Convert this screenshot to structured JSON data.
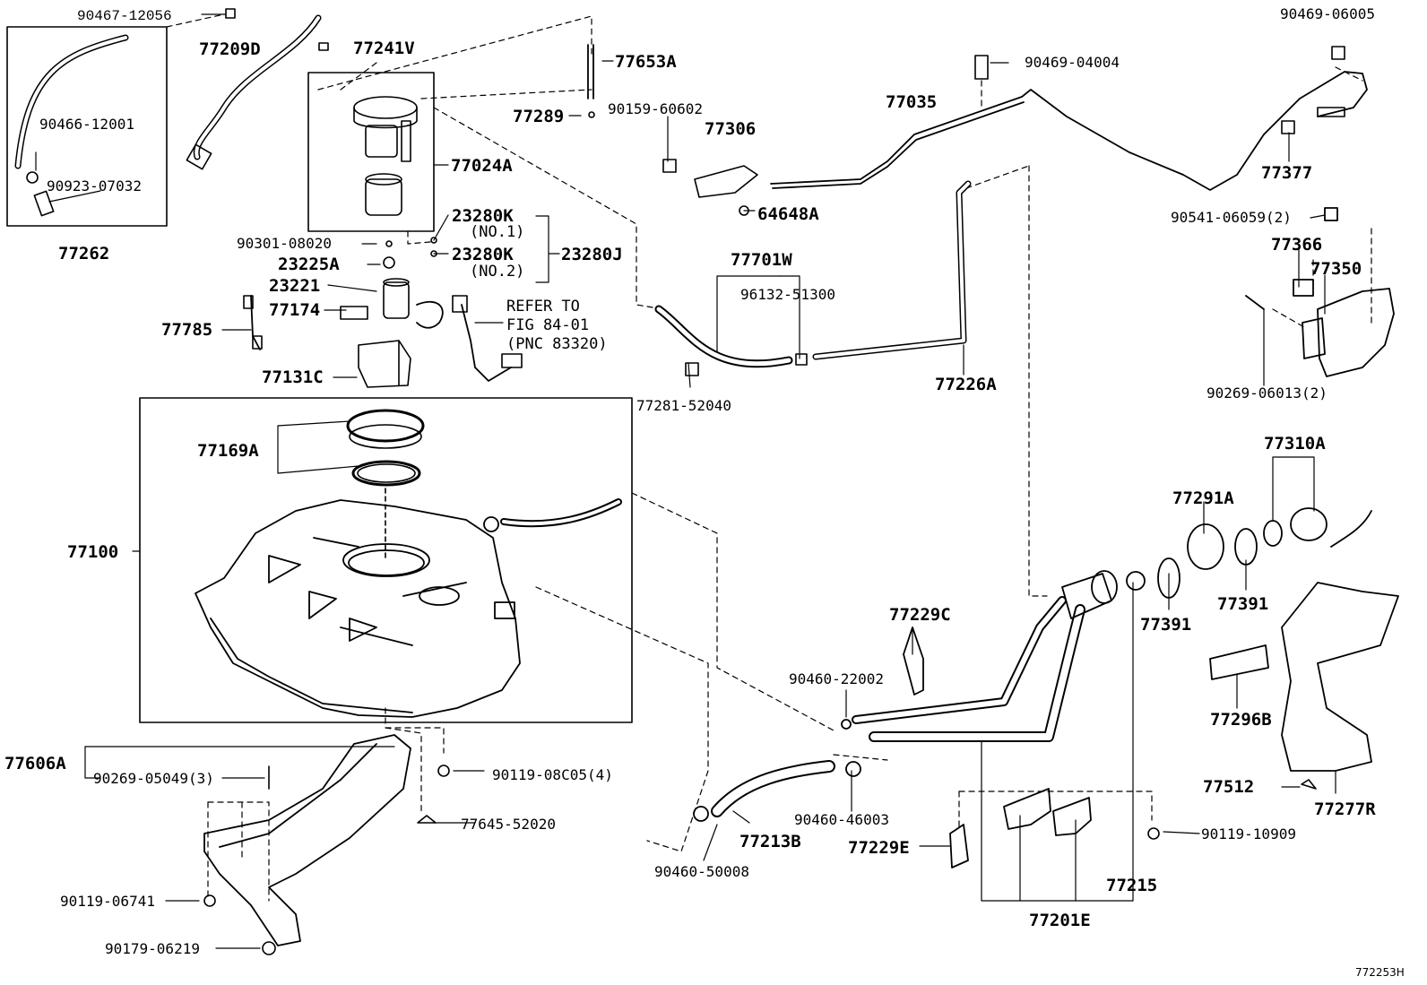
{
  "figure_id": "772253H",
  "labels": {
    "p90467_12056": "90467-12056",
    "p77209D": "77209D",
    "p77241V": "77241V",
    "p77653A": "77653A",
    "p90466_12001": "90466-12001",
    "p90923_07032": "90923-07032",
    "p77262": "77262",
    "p77289": "77289",
    "p77024A": "77024A",
    "p90301_08020": "90301-08020",
    "p23280K_1": "23280K",
    "p23280K_1_sub": "(NO.1)",
    "p23280K_2": "23280K",
    "p23280K_2_sub": "(NO.2)",
    "p23280J": "23280J",
    "p23225A": "23225A",
    "p23221": "23221",
    "p77174": "77174",
    "p77785": "77785",
    "p77131C": "77131C",
    "refer_1": "REFER TO",
    "refer_2": "FIG 84-01",
    "refer_3": "(PNC 83320)",
    "p90159_60602": "90159-60602",
    "p77306": "77306",
    "p77035": "77035",
    "p90469_04004": "90469-04004",
    "p90469_06005": "90469-06005",
    "p77377": "77377",
    "p64648A": "64648A",
    "p77701W": "77701W",
    "p96132_51300": "96132-51300",
    "p77281_52040": "77281-52040",
    "p77226A": "77226A",
    "p90541_06059": "90541-06059(2)",
    "p77366": "77366",
    "p77350": "77350",
    "p90269_06013": "90269-06013(2)",
    "p77169A": "77169A",
    "p77100": "77100",
    "p77310A": "77310A",
    "p77291A": "77291A",
    "p77391_a": "77391",
    "p77391_b": "77391",
    "p77229C": "77229C",
    "p90460_22002": "90460-22002",
    "p77296B": "77296B",
    "p77606A": "77606A",
    "p90269_05049": "90269-05049(3)",
    "p90119_08C05": "90119-08C05(4)",
    "p77645_52020": "77645-52020",
    "p77213B": "77213B",
    "p90460_46003": "90460-46003",
    "p77229E": "77229E",
    "p77512": "77512",
    "p77277R": "77277R",
    "p90119_10909": "90119-10909",
    "p77215": "77215",
    "p77201E": "77201E",
    "p90460_50008": "90460-50008",
    "p90119_06741": "90119-06741",
    "p90179_06219": "90179-06219"
  }
}
